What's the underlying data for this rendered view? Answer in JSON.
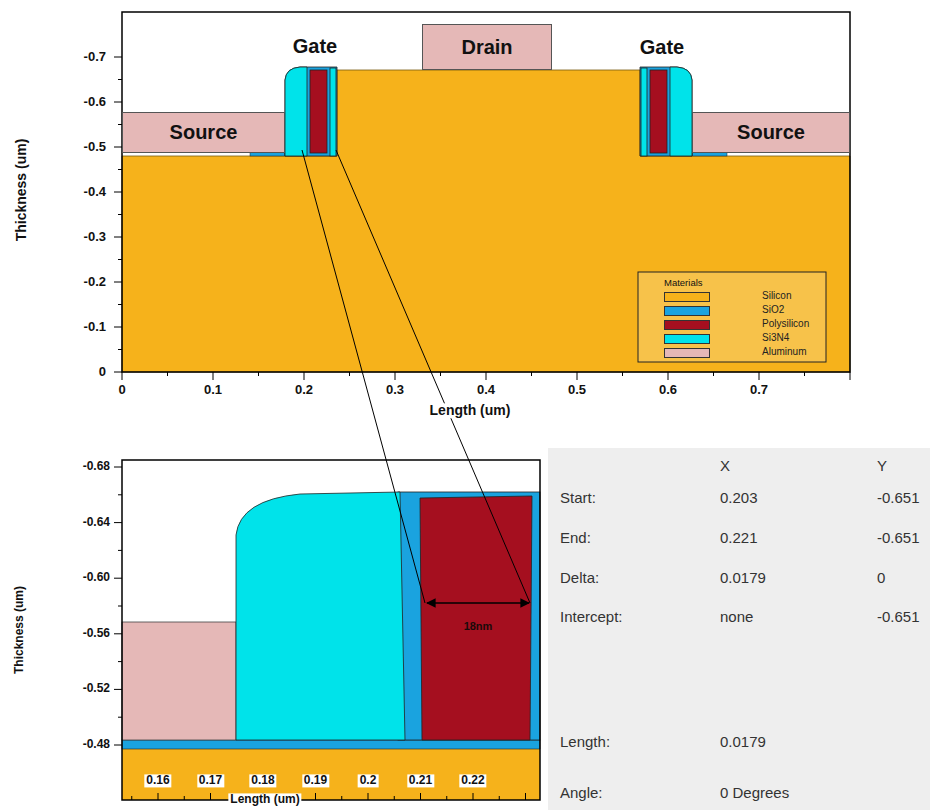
{
  "diagram": {
    "nodes": [
      {
        "text": [
          "Source"
        ]
      },
      {
        "text": [
          "Drain"
        ]
      },
      {
        "text": [
          "Source"
        ]
      }
    ],
    "labels": [
      "-0.7",
      "-0.6",
      "-0.5",
      "-0.4",
      "-0.3",
      "-0.2",
      "-0.1",
      "0",
      "0",
      "0.1",
      "0.2",
      "0.3",
      "0.4",
      "0.5",
      "0.6",
      "0.7",
      "Thickness (um)",
      "Length (um)",
      "Gate",
      "Gate",
      "Materials",
      "-0.68",
      "-0.64",
      "-0.60",
      "-0.56",
      "-0.52",
      "-0.48",
      "0.16",
      "0.17",
      "0.18",
      "0.19",
      "0.2",
      "0.21",
      "0.22",
      "Thickness (um)",
      "Length (um)",
      "18nm",
      "X",
      "Y",
      "Start:",
      "0.203",
      "-0.651",
      "End:",
      "0.221",
      "-0.651",
      "Delta:",
      "0.0179",
      "0",
      "Intercept:",
      "none",
      "-0.651",
      "Length:",
      "0.0179",
      "Angle:",
      "0 Degrees"
    ],
    "legend": [
      {
        "text": "Silicon",
        "color": "#f6b21b"
      },
      {
        "text": "SiO2",
        "color": "#1aa3df"
      },
      {
        "text": "Polysilicon",
        "color": "#a50f1f"
      },
      {
        "text": "Si3N4",
        "color": "#00e3ea"
      },
      {
        "text": "Aluminum",
        "color": "#e5b8b7"
      }
    ]
  }
}
